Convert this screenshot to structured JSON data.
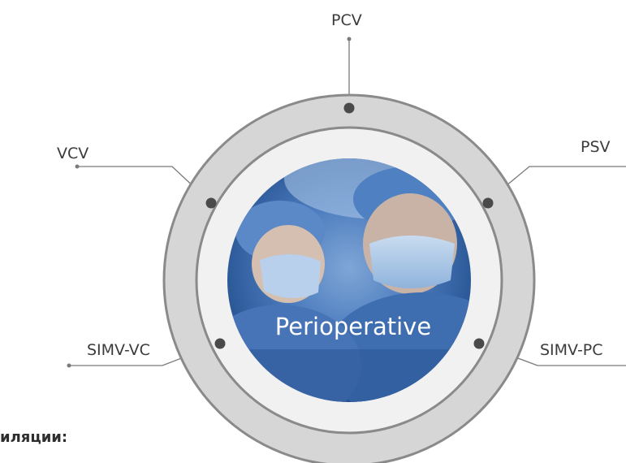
{
  "diagram": {
    "center_label": "Perioperative",
    "modes": {
      "pcv": "PCV",
      "psv": "PSV",
      "vcv": "VCV",
      "simv_vc": "SIMV-VC",
      "simv_pc": "SIMV-PC"
    }
  },
  "footer": {
    "text": "иляции:"
  },
  "colors": {
    "ring_fill": "#d6d6d6",
    "ring_stroke": "#8a8a8a",
    "inner_fill": "#f1f1f1",
    "node": "#4a4a4a",
    "connector": "#7a7a7a",
    "photo_blue": "#3c68a8"
  }
}
